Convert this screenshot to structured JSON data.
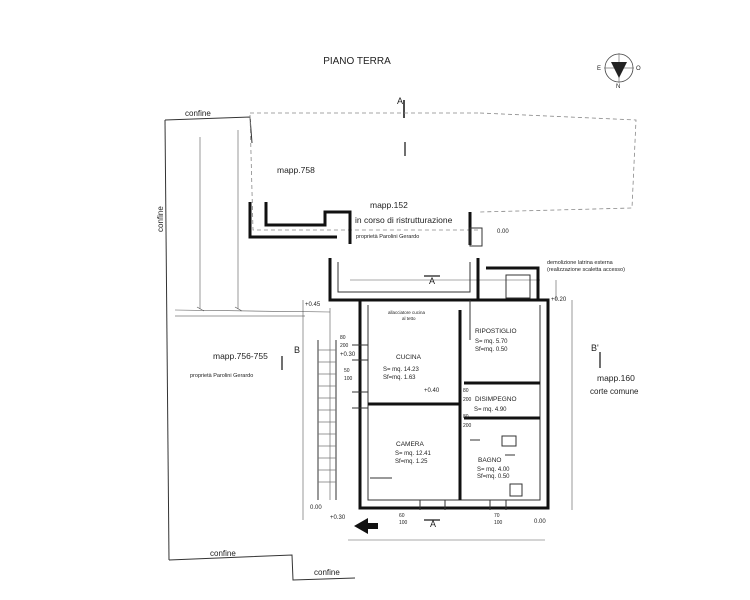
{
  "title": "PIANO TERRA",
  "compass": {
    "n": "N",
    "e": "E",
    "o": "O"
  },
  "sections": {
    "a_top": "A",
    "a_mid": "A",
    "a_bottom": "A",
    "b_left": "B",
    "b_right": "B'"
  },
  "labels": {
    "confine_top": "confine",
    "confine_left": "confine",
    "confine_bottom1": "confine",
    "confine_bottom2": "confine",
    "mapp758": "mapp.758",
    "mapp152": "mapp.152",
    "ristrutturazione": "in corso di ristrutturazione",
    "proprieta1": "proprietà Parolini Gerardo",
    "mapp756": "mapp.756-755",
    "proprieta2": "proprietà Parolini Gerardo",
    "mapp160": "mapp.160",
    "corte": "corte comune",
    "demolizione1": "demolizione latrina esterna",
    "demolizione2": "(realizzazione scaletta accesso)",
    "allacc1": "allacciatore cucina",
    "allacc2": "al tetto"
  },
  "rooms": {
    "cucina": {
      "name": "CUCINA",
      "s": "S= mq. 14.23",
      "sf": "Sf=mq. 1.63"
    },
    "ripostiglio": {
      "name": "RIPOSTIGLIO",
      "s": "S= mq. 5.70",
      "sf": "Sf=mq. 0.50"
    },
    "disimpegno": {
      "name": "DISIMPEGNO",
      "s": "S= mq. 4.90"
    },
    "camera": {
      "name": "CAMERA",
      "s": "S= mq. 12.41",
      "sf": "Sf=mq. 1.25"
    },
    "bagno": {
      "name": "BAGNO",
      "s": "S= mq. 4.00",
      "sf": "Sf=mq. 0.50"
    }
  },
  "levels": {
    "l1": "0.00",
    "l2": "+0.45",
    "l3": "+0.20",
    "l4": "+0.30",
    "l5": "+0.40",
    "l6": "+0.30",
    "l7": "0.00",
    "l8": "0.00"
  },
  "openings": {
    "o1": "80",
    "o2": "200",
    "o3": "50",
    "o4": "100",
    "o5": "80",
    "o6": "200",
    "o7": "80",
    "o8": "200",
    "o9": "60",
    "o10": "100",
    "o11": "70",
    "o12": "100"
  }
}
